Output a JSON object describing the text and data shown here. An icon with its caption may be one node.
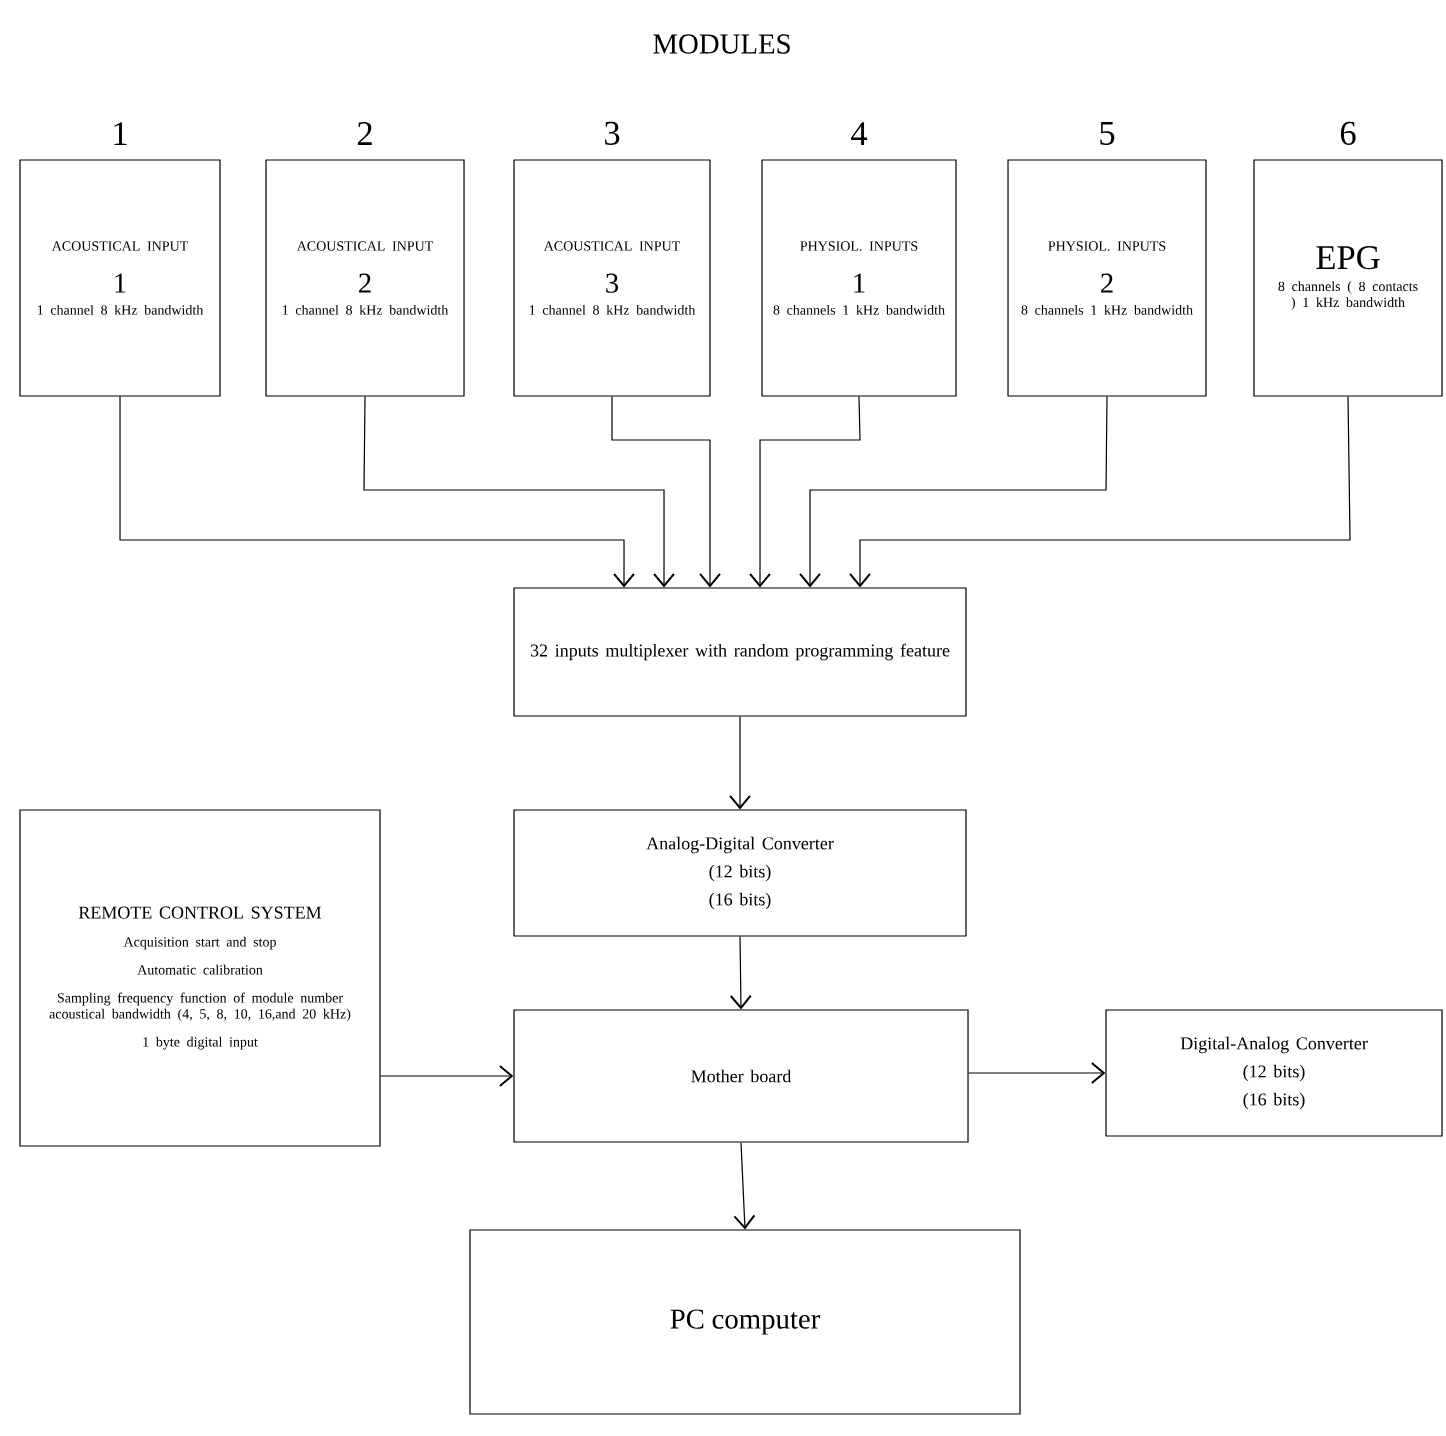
{
  "diagram": {
    "title": "MODULES",
    "nodes": [
      {
        "text": [
          "ACOUSTICAL INPUT",
          "1",
          "1 channel 8 kHz bandwidth"
        ],
        "beside": [
          "1"
        ]
      },
      {
        "text": [
          "ACOUSTICAL INPUT",
          "2",
          "1 channel 8 kHz bandwidth"
        ],
        "beside": [
          "2"
        ]
      },
      {
        "text": [
          "ACOUSTICAL INPUT",
          "3",
          "1 channel 8 kHz bandwidth"
        ],
        "beside": [
          "3"
        ]
      },
      {
        "text": [
          "PHYSIOL. INPUTS",
          "1",
          "8 channels 1 kHz bandwidth"
        ],
        "beside": [
          "4"
        ]
      },
      {
        "text": [
          "PHYSIOL. INPUTS",
          "2",
          "8 channels 1 kHz bandwidth"
        ],
        "beside": [
          "5"
        ]
      },
      {
        "text": [
          "EPG",
          "8 channels ( 8 contacts ) 1 kHz bandwidth"
        ],
        "beside": [
          "6"
        ]
      },
      {
        "text": [
          "32 inputs multiplexer with random programming feature"
        ]
      },
      {
        "text": [
          "Analog-Digital Converter",
          "(12 bits)",
          "(16 bits)"
        ]
      },
      {
        "text": [
          "REMOTE CONTROL SYSTEM",
          "Acquisition start and stop",
          "Automatic calibration",
          "Sampling frequency function of module number acoustical bandwidth (4, 5, 8, 10, 16,and 20 kHz)",
          "1 byte digital input"
        ]
      },
      {
        "text": [
          "Mother board"
        ]
      },
      {
        "text": [
          "Digital-Analog Converter",
          "(12 bits)",
          "(16 bits)"
        ]
      },
      {
        "text": [
          "PC computer"
        ]
      }
    ],
    "edges": [
      {
        "from": 0,
        "to": 6,
        "arrow": "to"
      },
      {
        "from": 1,
        "to": 6,
        "arrow": "to"
      },
      {
        "from": 2,
        "to": 6,
        "arrow": "to"
      },
      {
        "from": 3,
        "to": 6,
        "arrow": "to"
      },
      {
        "from": 4,
        "to": 6,
        "arrow": "to"
      },
      {
        "from": 5,
        "to": 6,
        "arrow": "to"
      },
      {
        "from": 6,
        "to": 7,
        "arrow": "to"
      },
      {
        "from": 7,
        "to": 9,
        "arrow": "to"
      },
      {
        "from": 8,
        "to": 9,
        "arrow": "to"
      },
      {
        "from": 9,
        "to": 10,
        "arrow": "to"
      },
      {
        "from": 9,
        "to": 11,
        "arrow": "to"
      }
    ]
  }
}
